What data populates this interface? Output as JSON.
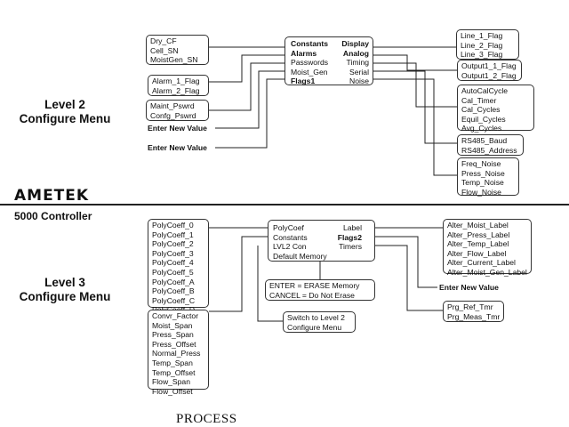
{
  "brand": "AMETEK",
  "product": "5000  Controller",
  "footer": "PROCESS",
  "level2": {
    "title_line1": "Level 2",
    "title_line2": "Configure Menu",
    "menu_left": [
      "Constants",
      "Alarms",
      "Passwords",
      "Moist_Gen",
      "Flags1"
    ],
    "menu_right": [
      "Display",
      "Analog",
      "Timing",
      "Serial",
      "Noise"
    ],
    "constants_box": [
      "Dry_CF",
      "Cell_SN",
      "MoistGen_SN"
    ],
    "alarm_flags_box": [
      "Alarm_1_Flag",
      "Alarm_2_Flag"
    ],
    "password_box": [
      "Maint_Pswrd",
      "Confg_Pswrd"
    ],
    "enter_new_value_1": "Enter New Value",
    "enter_new_value_2": "Enter New Value",
    "line_flags_box": [
      "Line_1_Flag",
      "Line_2_Flag",
      "Line_3_Flag"
    ],
    "output_flags_box": [
      "Output1_1_Flag",
      "Output1_2_Flag"
    ],
    "timing_box": [
      "AutoCalCycle",
      "Cal_Timer",
      "Cal_Cycles",
      "Equil_Cycles",
      "Avg_Cycles"
    ],
    "serial_box": [
      "RS485_Baud",
      "RS485_Address"
    ],
    "noise_box": [
      "Freq_Noise",
      "Press_Noise",
      "Temp_Noise",
      "Flow_Noise"
    ]
  },
  "level3": {
    "title_line1": "Level 3",
    "title_line2": "Configure Menu",
    "menu_left": [
      "PolyCoef",
      "Constants",
      "LVL2 Con",
      "Default Memory"
    ],
    "menu_right": [
      "Label",
      "Flags2",
      "Timers"
    ],
    "polycoeff_box": [
      "PolyCoeff_0",
      "PolyCoeff_1",
      "PolyCoeff_2",
      "PolyCoeff_3",
      "PolyCoeff_4",
      "PolyCoeff_5",
      "PolyCoeff_A",
      "PolyCoeff_B",
      "PolyCoeff_C",
      "PolyCoeff_D"
    ],
    "constants_box": [
      "Convr_Factor",
      "Moist_Span",
      "Press_Span",
      "Press_Offset",
      "Normal_Press",
      "Temp_Span",
      "Temp_Offset",
      "Flow_Span",
      "Flow_Offset"
    ],
    "erase_box": [
      "ENTER = ERASE Memory",
      "CANCEL = Do Not Erase"
    ],
    "switch_box": [
      "Switch to Level 2",
      "Configure Menu"
    ],
    "label_box": [
      "Alter_Moist_Label",
      "Alter_Press_Label",
      "Alter_Temp_Label",
      "Alter_Flow_Label",
      "Alter_Current_Label",
      "Alter_Moist_Gen_Label"
    ],
    "enter_new_value": "Enter New Value",
    "timers_box": [
      "Prg_Ref_Tmr",
      "Prg_Meas_Tmr"
    ]
  }
}
